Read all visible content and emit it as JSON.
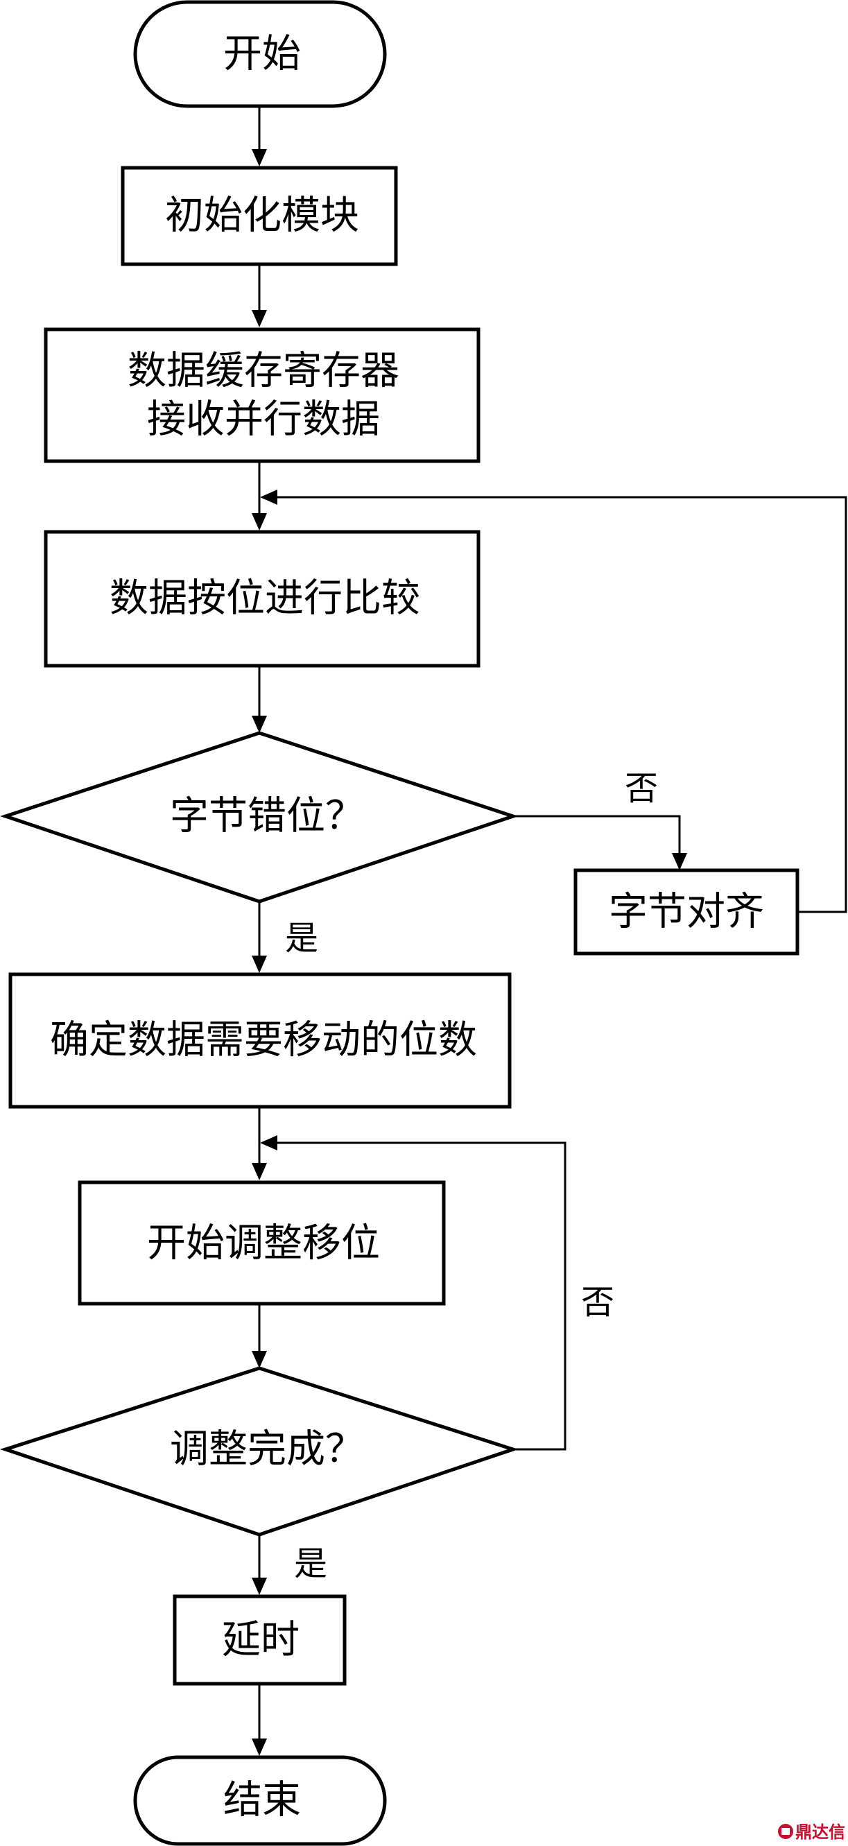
{
  "nodes": {
    "start": "开始",
    "init_module": "初始化模块",
    "receive_line1": "数据缓存寄存器",
    "receive_line2": "接收并行数据",
    "compare": "数据按位进行比较",
    "byte_misaligned": "字节错位？",
    "byte_align": "字节对齐",
    "determine_shift": "确定数据需要移动的位数",
    "start_shift": "开始调整移位",
    "adjust_done": "调整完成？",
    "delay": "延时",
    "end": "结束"
  },
  "edges": {
    "misaligned_no": "否",
    "misaligned_yes": "是",
    "done_no": "否",
    "done_yes": "是"
  },
  "watermark": {
    "text": "鼎达信",
    "color": "#c8102e"
  }
}
